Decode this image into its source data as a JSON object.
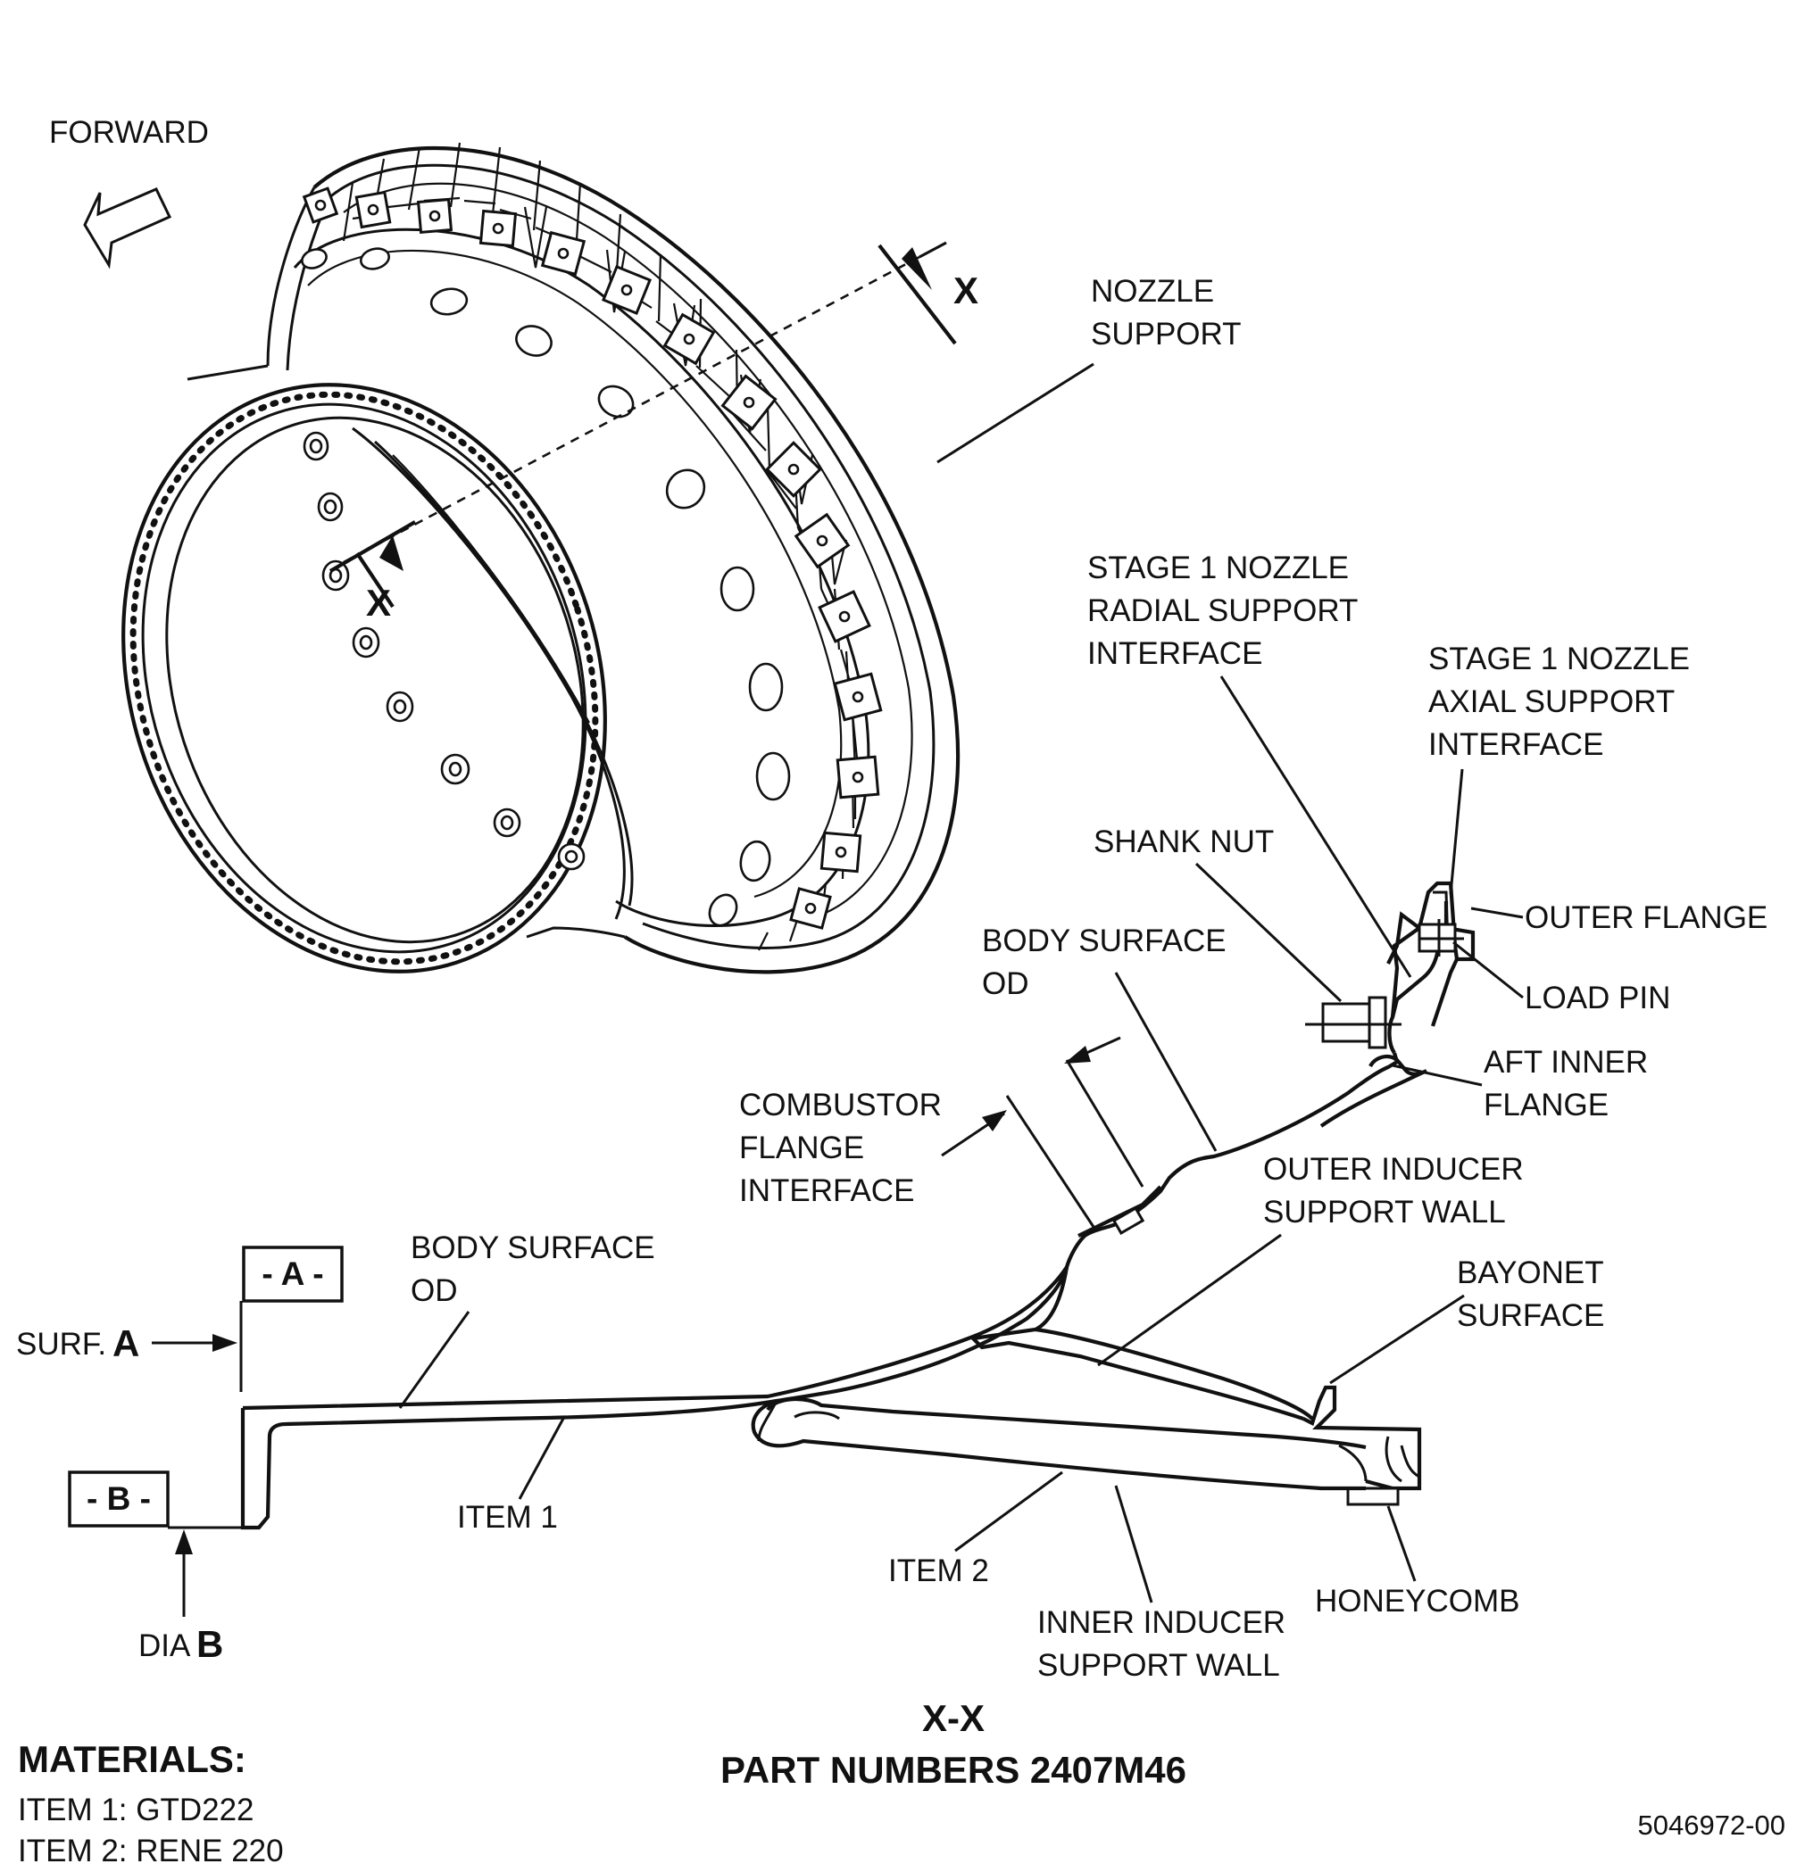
{
  "labels": {
    "forward": "FORWARD",
    "nozzle_support": [
      "NOZZLE",
      "SUPPORT"
    ],
    "section_x_top": "X",
    "section_x_bottom": "X",
    "stage1_radial": [
      "STAGE 1 NOZZLE",
      "RADIAL SUPPORT",
      "INTERFACE"
    ],
    "stage1_axial": [
      "STAGE 1 NOZZLE",
      "AXIAL SUPPORT",
      "INTERFACE"
    ],
    "shank_nut": "SHANK NUT",
    "outer_flange": "OUTER FLANGE",
    "load_pin": "LOAD PIN",
    "body_surface_od_upper": [
      "BODY SURFACE",
      "OD"
    ],
    "aft_inner_flange": [
      "AFT INNER",
      "FLANGE"
    ],
    "combustor_flange": [
      "COMBUSTOR",
      "FLANGE",
      "INTERFACE"
    ],
    "outer_inducer": [
      "OUTER INDUCER",
      "SUPPORT WALL"
    ],
    "body_surface_od_lower": [
      "BODY SURFACE",
      "OD"
    ],
    "datum_a": "- A -",
    "datum_b": "- B -",
    "surf_prefix": "SURF.",
    "surf_letter": "A",
    "dia_prefix": "DIA",
    "dia_letter": "B",
    "bayonet": [
      "BAYONET",
      "SURFACE"
    ],
    "item1": "ITEM 1",
    "item2": "ITEM 2",
    "honeycomb": "HONEYCOMB",
    "inner_inducer": [
      "INNER INDUCER",
      "SUPPORT WALL"
    ],
    "section_title": "X-X",
    "part_numbers": "PART NUMBERS 2407M46",
    "materials_title": "MATERIALS:",
    "materials": [
      "ITEM 1:  GTD222",
      "ITEM 2:  RENE 220"
    ],
    "drawing_number": "5046972-00"
  }
}
